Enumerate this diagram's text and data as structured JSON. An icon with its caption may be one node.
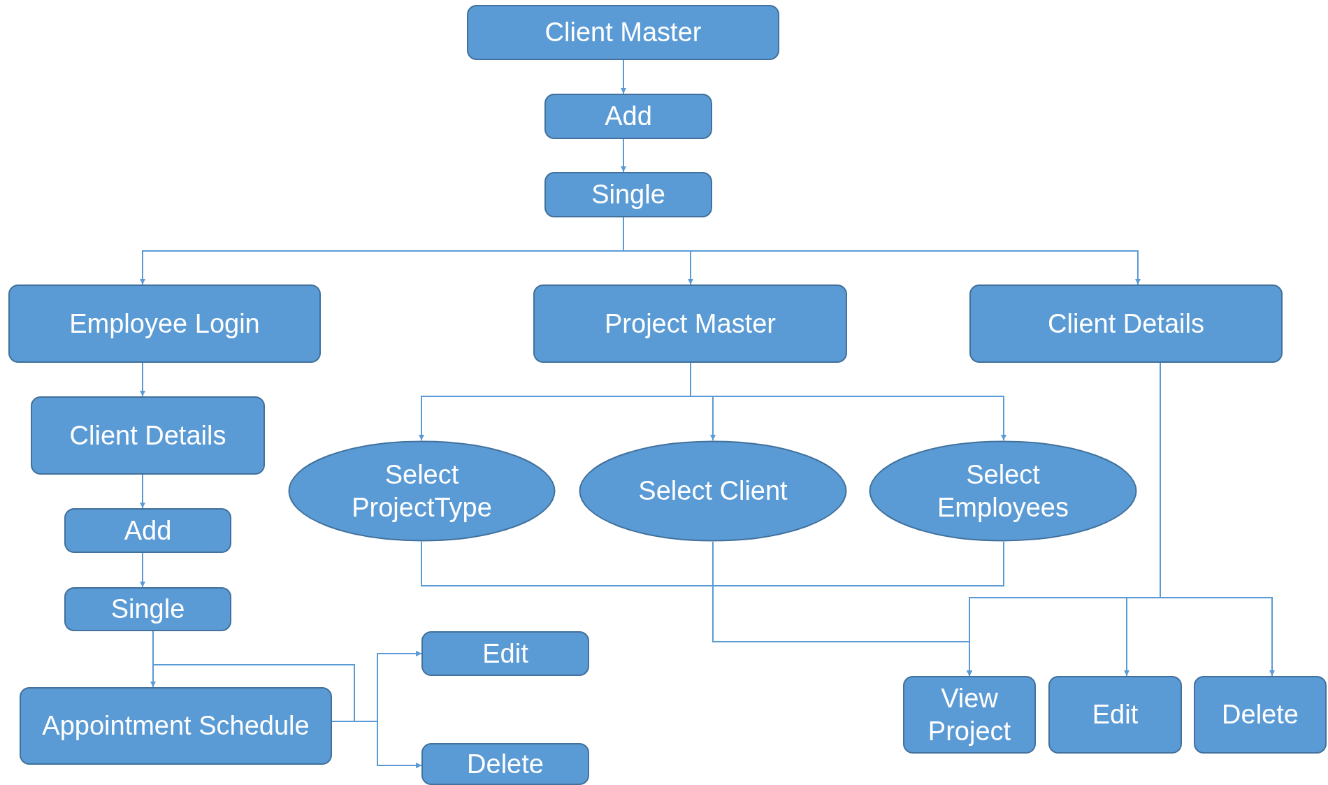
{
  "diagram": {
    "nodes": [
      {
        "text": [
          "Client Master"
        ]
      },
      {
        "text": [
          "Add"
        ]
      },
      {
        "text": [
          "Single"
        ]
      },
      {
        "text": [
          "Employee Login"
        ]
      },
      {
        "text": [
          "Project Master"
        ]
      },
      {
        "text": [
          "Client Details"
        ]
      },
      {
        "text": [
          "Client Details"
        ]
      },
      {
        "text": [
          "Add"
        ]
      },
      {
        "text": [
          "Single"
        ]
      },
      {
        "text": [
          "Appointment Schedule"
        ]
      },
      {
        "text": [
          "Edit"
        ]
      },
      {
        "text": [
          "Delete"
        ]
      },
      {
        "text": [
          "Select ProjectType"
        ]
      },
      {
        "text": [
          "Select Client"
        ]
      },
      {
        "text": [
          "Select Employees"
        ]
      },
      {
        "text": [
          "View Project"
        ]
      },
      {
        "text": [
          "Edit"
        ]
      },
      {
        "text": [
          "Delete"
        ]
      }
    ],
    "edges": [
      {
        "from": 0,
        "to": 1,
        "arrow": "to"
      },
      {
        "from": 1,
        "to": 2,
        "arrow": "to"
      },
      {
        "from": 2,
        "to": 3,
        "arrow": "to"
      },
      {
        "from": 2,
        "to": 4,
        "arrow": "to"
      },
      {
        "from": 2,
        "to": 5,
        "arrow": "to"
      },
      {
        "from": 3,
        "to": 6,
        "arrow": "to"
      },
      {
        "from": 6,
        "to": 7,
        "arrow": "to"
      },
      {
        "from": 7,
        "to": 8,
        "arrow": "to"
      },
      {
        "from": 8,
        "to": 9,
        "arrow": "to"
      },
      {
        "from": 8,
        "to": 10,
        "arrow": "to"
      },
      {
        "from": 8,
        "to": 11,
        "arrow": "to"
      },
      {
        "from": 9,
        "to": 10,
        "arrow": "to"
      },
      {
        "from": 9,
        "to": 11,
        "arrow": "to"
      },
      {
        "from": 4,
        "to": 12,
        "arrow": "to"
      },
      {
        "from": 4,
        "to": 13,
        "arrow": "to"
      },
      {
        "from": 4,
        "to": 14,
        "arrow": "to"
      },
      {
        "from": 12,
        "to": 15,
        "arrow": "to"
      },
      {
        "from": 13,
        "to": 15,
        "arrow": "to"
      },
      {
        "from": 14,
        "to": 15,
        "arrow": "to"
      },
      {
        "from": 5,
        "to": 15,
        "arrow": "to"
      },
      {
        "from": 5,
        "to": 16,
        "arrow": "to"
      },
      {
        "from": 5,
        "to": 17,
        "arrow": "to"
      }
    ]
  }
}
